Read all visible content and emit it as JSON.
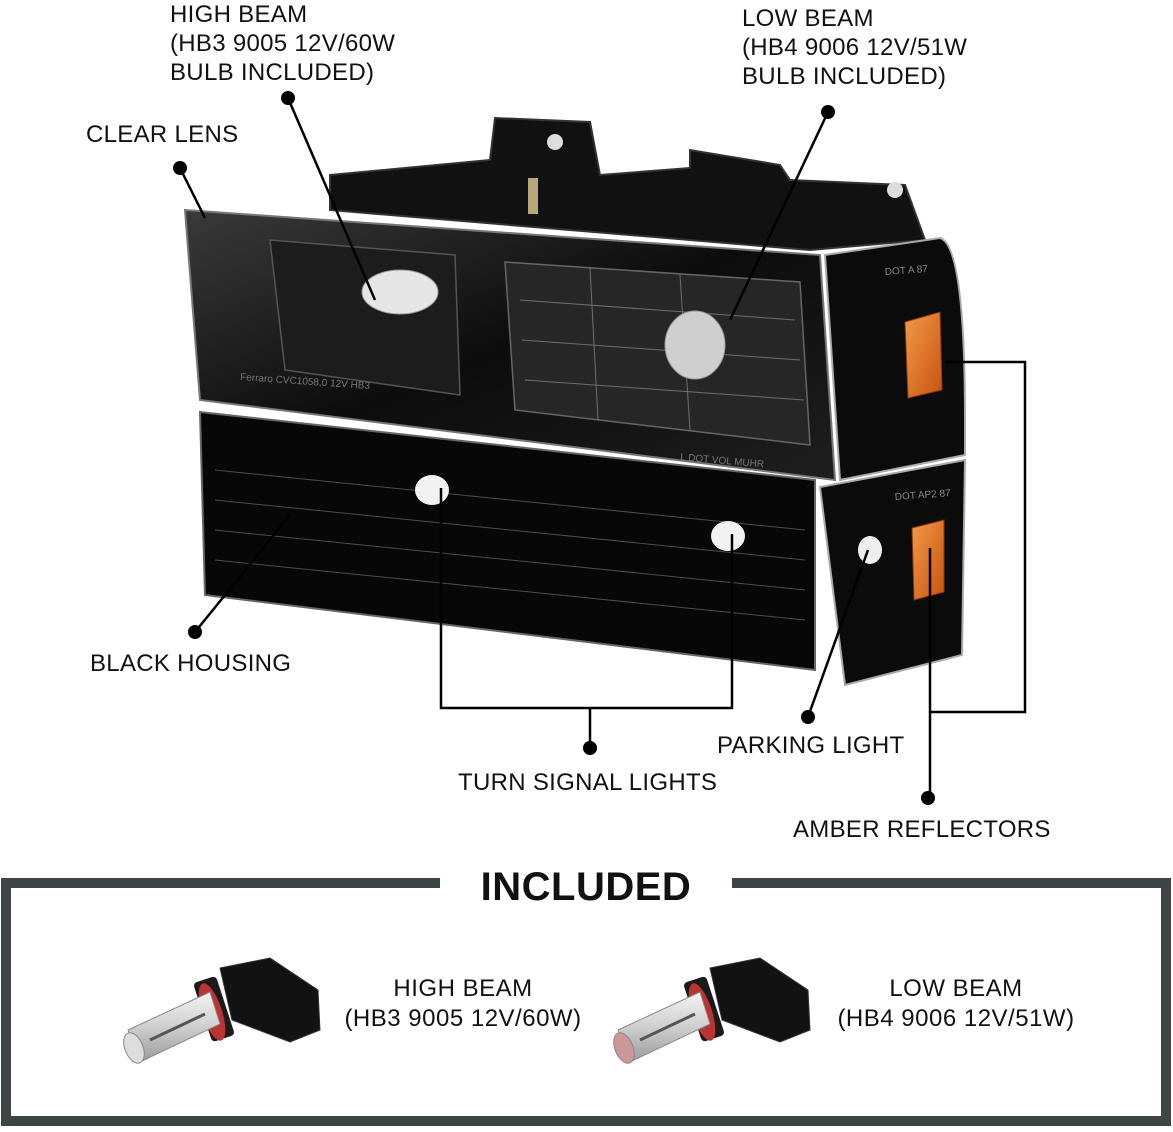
{
  "callouts": {
    "high_beam": "HIGH BEAM\n(HB3 9005 12V/60W\nBULB INCLUDED)",
    "low_beam": "LOW BEAM\n(HB4 9006 12V/51W\nBULB INCLUDED)",
    "clear_lens": "CLEAR LENS",
    "black_housing": "BLACK HOUSING",
    "turn_signal": "TURN SIGNAL LIGHTS",
    "parking_light": "PARKING LIGHT",
    "amber_reflectors": "AMBER REFLECTORS"
  },
  "lens_markings": {
    "headlamp_dot": "DOT A 87",
    "corner_dot": "DOT AP2 87"
  },
  "included": {
    "title": "INCLUDED",
    "high_beam_name": "HIGH BEAM",
    "high_beam_spec": "(HB3 9005 12V/60W)",
    "low_beam_name": "LOW BEAM",
    "low_beam_spec": "(HB4 9006 12V/51W)"
  },
  "icons": [
    "headlight-assembly-illustration",
    "bulb-9005-icon",
    "bulb-9006-icon"
  ],
  "colors": {
    "housing": "#0a0a0a",
    "amber": "#e8721c",
    "frame": "#3e4546",
    "leader": "#000000"
  }
}
